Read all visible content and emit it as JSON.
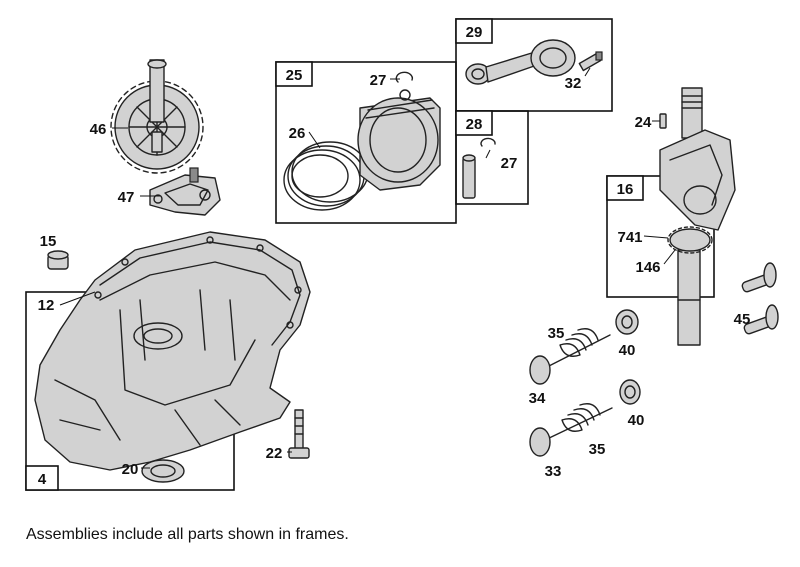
{
  "frames": [
    {
      "id": "frame-29",
      "label": "29"
    },
    {
      "id": "frame-25",
      "label": "25"
    },
    {
      "id": "frame-28",
      "label": "28"
    },
    {
      "id": "frame-16",
      "label": "16"
    },
    {
      "id": "frame-4",
      "label": "4"
    }
  ],
  "callouts": {
    "c46": "46",
    "c47": "47",
    "c15": "15",
    "c12": "12",
    "c20": "20",
    "c22": "22",
    "c26": "26",
    "c27a": "27",
    "c27b": "27",
    "c32": "32",
    "c24": "24",
    "c741": "741",
    "c146": "146",
    "c45": "45",
    "c35a": "35",
    "c40a": "40",
    "c34": "34",
    "c40b": "40",
    "c35b": "35",
    "c33": "33"
  },
  "footnote": "Assemblies include all parts shown in frames."
}
